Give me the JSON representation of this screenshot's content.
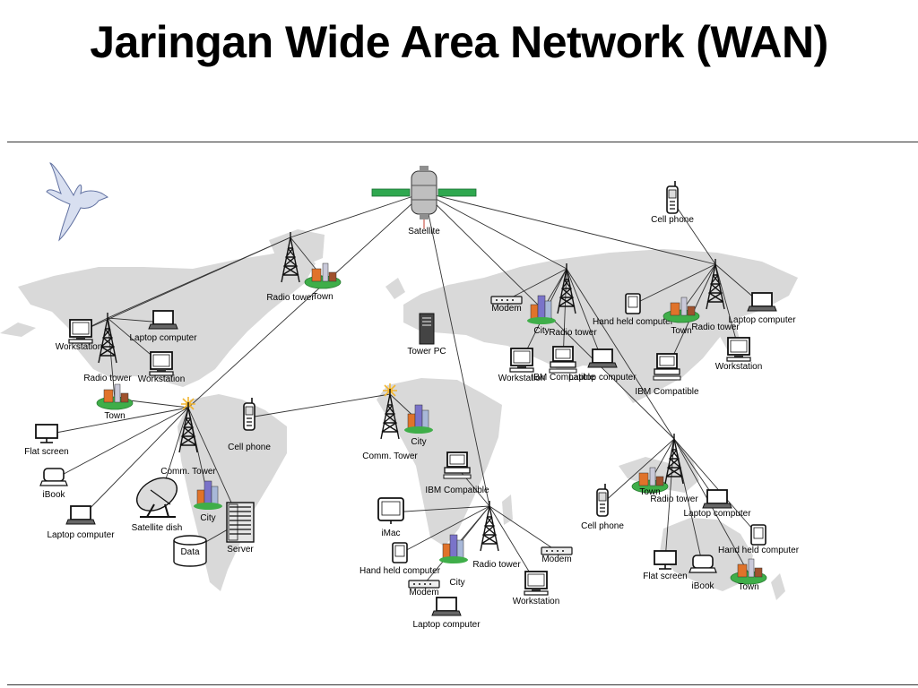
{
  "title": "Jaringan Wide Area Network (WAN)",
  "colors": {
    "land": "#d9d9d9",
    "link": "#333333",
    "satellite_panel": "#2fa84f",
    "town_base": "#3fae49",
    "burst": "#f2b630"
  },
  "decorations": {
    "dove": "dove-icon"
  },
  "nodes": [
    {
      "id": "satellite",
      "type": "satellite",
      "label": "Satellite"
    },
    {
      "id": "rt1",
      "type": "radio-tower",
      "label": "Radio tower"
    },
    {
      "id": "town1",
      "type": "town",
      "label": "Town"
    },
    {
      "id": "cell_ne",
      "type": "cell-phone",
      "label": "Cell phone"
    },
    {
      "id": "rt_w",
      "type": "radio-tower",
      "label": "Radio tower"
    },
    {
      "id": "ws_w1",
      "type": "workstation",
      "label": "Workstation"
    },
    {
      "id": "lap_w",
      "type": "laptop",
      "label": "Laptop computer"
    },
    {
      "id": "ws_w2",
      "type": "workstation",
      "label": "Workstation"
    },
    {
      "id": "town_w",
      "type": "town",
      "label": "Town"
    },
    {
      "id": "ct_sa",
      "type": "comm-tower",
      "label": "Comm. Tower"
    },
    {
      "id": "flat_sa",
      "type": "flat-screen",
      "label": "Flat screen"
    },
    {
      "id": "ibook_sa",
      "type": "ibook",
      "label": "iBook"
    },
    {
      "id": "lap_sa",
      "type": "laptop",
      "label": "Laptop computer"
    },
    {
      "id": "sat_dish",
      "type": "satellite-dish",
      "label": "Satellite dish"
    },
    {
      "id": "city_sa",
      "type": "city",
      "label": "City"
    },
    {
      "id": "server",
      "type": "server",
      "label": "Server"
    },
    {
      "id": "data",
      "type": "database",
      "label": "Data"
    },
    {
      "id": "cell_at",
      "type": "cell-phone",
      "label": "Cell phone"
    },
    {
      "id": "ct_af",
      "type": "comm-tower",
      "label": "Comm. Tower"
    },
    {
      "id": "city_af",
      "type": "city",
      "label": "City"
    },
    {
      "id": "modem_eu",
      "type": "modem",
      "label": "Modem"
    },
    {
      "id": "towerpc",
      "type": "tower-pc",
      "label": "Tower PC"
    },
    {
      "id": "rt_eu",
      "type": "radio-tower",
      "label": "Radio tower"
    },
    {
      "id": "city_eu",
      "type": "city",
      "label": "City"
    },
    {
      "id": "ws_eu",
      "type": "workstation",
      "label": "Workstation"
    },
    {
      "id": "ibm_eu",
      "type": "ibm-compatible",
      "label": "IBM Compatible"
    },
    {
      "id": "lap_eu",
      "type": "laptop",
      "label": "Laptop computer"
    },
    {
      "id": "hh_as",
      "type": "handheld",
      "label": "Hand held computer"
    },
    {
      "id": "town_as",
      "type": "town",
      "label": "Town"
    },
    {
      "id": "rt_as",
      "type": "radio-tower",
      "label": "Radio tower"
    },
    {
      "id": "lap_as",
      "type": "laptop",
      "label": "Laptop computer"
    },
    {
      "id": "ws_as",
      "type": "workstation",
      "label": "Workstation"
    },
    {
      "id": "ibm_as",
      "type": "ibm-compatible",
      "label": "IBM Compatible"
    },
    {
      "id": "ibm_ea",
      "type": "ibm-compatible",
      "label": "IBM Compatible"
    },
    {
      "id": "imac",
      "type": "imac",
      "label": "iMac"
    },
    {
      "id": "hh_af",
      "type": "handheld",
      "label": "Hand held computer"
    },
    {
      "id": "modem_af1",
      "type": "modem",
      "label": "Modem"
    },
    {
      "id": "lap_af",
      "type": "laptop",
      "label": "Laptop computer"
    },
    {
      "id": "city_big",
      "type": "city",
      "label": "City"
    },
    {
      "id": "rt_af",
      "type": "radio-tower",
      "label": "Radio tower"
    },
    {
      "id": "modem_af2",
      "type": "modem",
      "label": "Modem"
    },
    {
      "id": "ws_af",
      "type": "workstation",
      "label": "Workstation"
    },
    {
      "id": "cell_se",
      "type": "cell-phone",
      "label": "Cell phone"
    },
    {
      "id": "town_se",
      "type": "town",
      "label": "Town"
    },
    {
      "id": "rt_se",
      "type": "radio-tower",
      "label": "Radio tower"
    },
    {
      "id": "lap_se",
      "type": "laptop",
      "label": "Laptop computer"
    },
    {
      "id": "flat_au",
      "type": "flat-screen",
      "label": "Flat screen"
    },
    {
      "id": "ibook_au",
      "type": "ibook",
      "label": "iBook"
    },
    {
      "id": "hh_au",
      "type": "handheld",
      "label": "Hand held computer"
    },
    {
      "id": "town_au",
      "type": "town",
      "label": "Town"
    }
  ],
  "edges": [
    [
      "satellite",
      "rt1"
    ],
    [
      "satellite",
      "rt_eu"
    ],
    [
      "satellite",
      "rt_as"
    ],
    [
      "satellite",
      "ct_sa"
    ],
    [
      "satellite",
      "rt_af"
    ],
    [
      "satellite",
      "rt_se"
    ],
    [
      "rt1",
      "rt_w"
    ],
    [
      "rt1",
      "ws_w1"
    ],
    [
      "rt1",
      "town1"
    ],
    [
      "rt_w",
      "ws_w1"
    ],
    [
      "rt_w",
      "lap_w"
    ],
    [
      "rt_w",
      "ws_w2"
    ],
    [
      "rt_w",
      "town_w"
    ],
    [
      "ct_sa",
      "flat_sa"
    ],
    [
      "ct_sa",
      "ibook_sa"
    ],
    [
      "ct_sa",
      "lap_sa"
    ],
    [
      "ct_sa",
      "server"
    ],
    [
      "ct_sa",
      "sat_dish"
    ],
    [
      "ct_sa",
      "city_sa"
    ],
    [
      "ct_sa",
      "town_w"
    ],
    [
      "server",
      "data"
    ],
    [
      "cell_at",
      "ct_af"
    ],
    [
      "ct_af",
      "city_af"
    ],
    [
      "rt_eu",
      "modem_eu"
    ],
    [
      "rt_eu",
      "city_eu"
    ],
    [
      "rt_eu",
      "ws_eu"
    ],
    [
      "rt_eu",
      "ibm_eu"
    ],
    [
      "rt_eu",
      "lap_eu"
    ],
    [
      "rt_eu",
      "rt_se"
    ],
    [
      "rt_as",
      "cell_ne"
    ],
    [
      "rt_as",
      "hh_as"
    ],
    [
      "rt_as",
      "town_as"
    ],
    [
      "rt_as",
      "lap_as"
    ],
    [
      "rt_as",
      "ws_as"
    ],
    [
      "rt_as",
      "ibm_as"
    ],
    [
      "rt_af",
      "ibm_ea"
    ],
    [
      "rt_af",
      "imac"
    ],
    [
      "rt_af",
      "hh_af"
    ],
    [
      "rt_af",
      "modem_af1"
    ],
    [
      "rt_af",
      "modem_af2"
    ],
    [
      "rt_af",
      "city_big"
    ],
    [
      "rt_af",
      "ws_af"
    ],
    [
      "rt_se",
      "cell_se"
    ],
    [
      "rt_se",
      "town_se"
    ],
    [
      "rt_se",
      "lap_se"
    ],
    [
      "rt_se",
      "flat_au"
    ],
    [
      "rt_se",
      "ibook_au"
    ],
    [
      "rt_se",
      "hh_au"
    ],
    [
      "rt_se",
      "town_au"
    ]
  ]
}
